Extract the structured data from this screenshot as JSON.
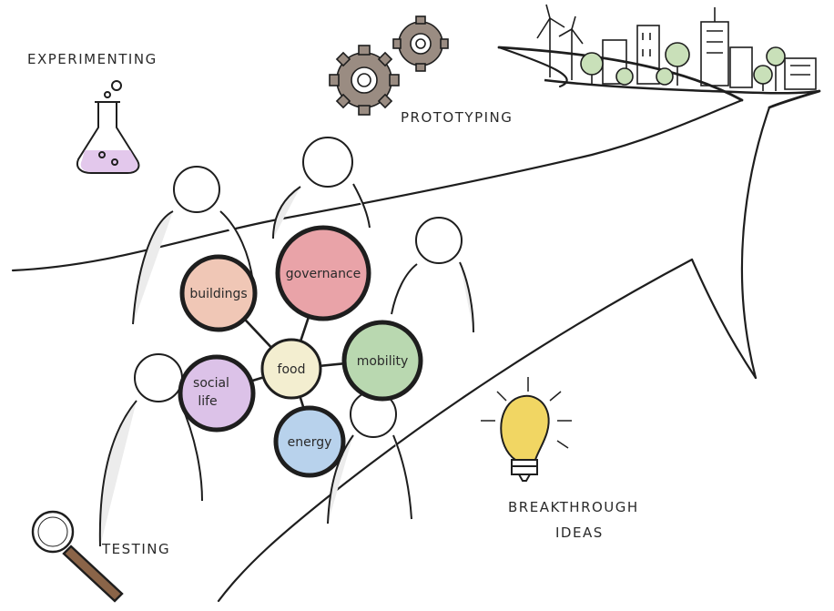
{
  "labels": {
    "experimenting": "EXPERIMENTING",
    "prototyping": "PROTOTYPING",
    "testing": "TESTING",
    "breakthrough_line1": "BREAKTHROUGH",
    "breakthrough_line2": "IDEAS"
  },
  "hub": {
    "label": "food",
    "color": "#f3eed0"
  },
  "nodes": [
    {
      "id": "buildings",
      "label": "buildings",
      "color": "#f0c7b6"
    },
    {
      "id": "governance",
      "label": "governance",
      "color": "#e9a3a8"
    },
    {
      "id": "mobility",
      "label": "mobility",
      "color": "#b9d8b0"
    },
    {
      "id": "energy",
      "label": "energy",
      "color": "#b8d2ec"
    },
    {
      "id": "social",
      "label": "social",
      "label2": "life",
      "color": "#dcc2e8"
    }
  ],
  "colors": {
    "ink": "#1e1e1e",
    "gear": "#9a8c82",
    "flask_liquid": "#e3c8ec",
    "bulb": "#f1d663",
    "handle": "#8a6448",
    "person_shade": "#d8d8d8"
  }
}
